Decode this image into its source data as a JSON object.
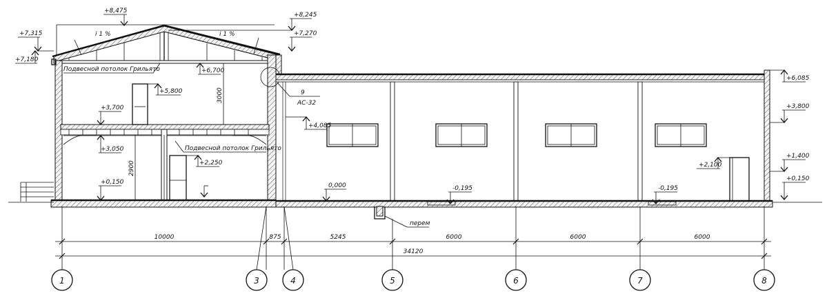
{
  "elevations": {
    "roof_ridge": "+8,475",
    "right_parapet_top": "+8,245",
    "left_eave_top": "+7,315",
    "right_eave": "+7,270",
    "left_eave_bottom": "+7,180",
    "ceiling_upper": "+6,700",
    "window_upper_top": "+5,800",
    "floor_second": "+3,700",
    "ceiling_lower": "+3,050",
    "door_lower_top": "+2,250",
    "floor_first": "+0,150",
    "annex_roof": "+6,085",
    "annex_wall_mid": "+3,800",
    "annex_window_sill": "+1,400",
    "annex_floor_right": "+0,150",
    "annex_beam": "+4,085",
    "annex_door_top": "+2,100",
    "ground_zero": "0,000",
    "pit_1": "-0,195",
    "pit_2": "-0,195"
  },
  "notes": {
    "slope_left": "i 1 %",
    "slope_right": "i 1 %",
    "ceiling_upper_note": "Подвесной потолок Грильято",
    "ceiling_lower_note": "Подвесной потолок Грильято",
    "node_ref": "9",
    "node_sheet": "АС-32",
    "pit_note": "перем",
    "height_upper": "3000",
    "height_lower": "2900"
  },
  "dimensions": {
    "spans": [
      "10000",
      "875",
      "5245",
      "6000",
      "6000",
      "6000"
    ],
    "total": "34120"
  },
  "axes": [
    "1",
    "3",
    "4",
    "5",
    "6",
    "7",
    "8"
  ]
}
